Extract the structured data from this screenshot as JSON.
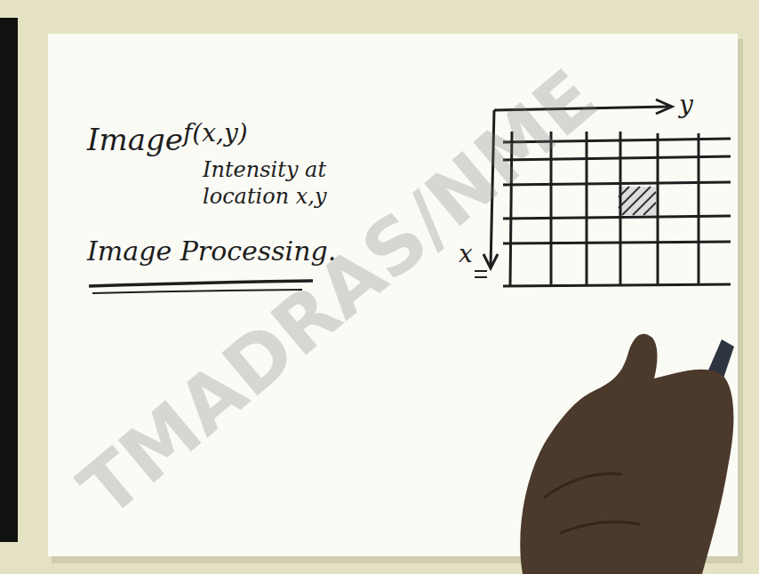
{
  "diagram": {
    "labels": [
      "Image",
      "f(x,y)",
      "Intensity at location x,y",
      "Image Processing.",
      "y",
      "x",
      "TMADRAS/NME"
    ]
  }
}
